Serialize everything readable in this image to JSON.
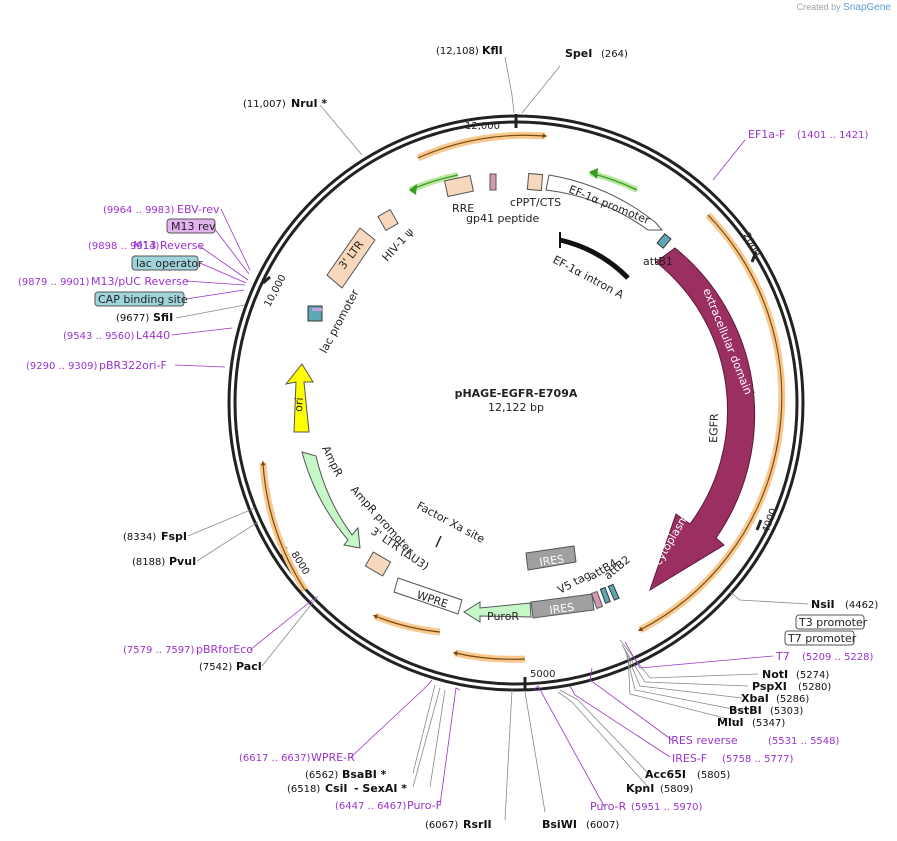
{
  "watermark": {
    "created_by": "Created by",
    "brand": "SnapGene"
  },
  "plasmid": {
    "name": "pHAGE-EGFR-E709A",
    "length": "12,122 bp"
  },
  "ticks": [
    "12,000",
    "2000",
    "4000",
    "5000",
    "8000",
    "10,000"
  ],
  "sites": [
    {
      "enzyme": "KflI",
      "pos": "(12,108)"
    },
    {
      "enzyme": "SpeI",
      "pos": "(264)"
    },
    {
      "enzyme": "NruI *",
      "pos": "(11,007)"
    },
    {
      "enzyme": "SfiI",
      "pos": "(9677)"
    },
    {
      "enzyme": "FspI",
      "pos": "(8334)"
    },
    {
      "enzyme": "PvuI",
      "pos": "(8188)"
    },
    {
      "enzyme": "PacI",
      "pos": "(7542)"
    },
    {
      "enzyme": "NsiI",
      "pos": "(4462)"
    },
    {
      "enzyme": "NotI",
      "pos": "(5274)"
    },
    {
      "enzyme": "PspXI",
      "pos": "(5280)"
    },
    {
      "enzyme": "XbaI",
      "pos": "(5286)"
    },
    {
      "enzyme": "BstBI",
      "pos": "(5303)"
    },
    {
      "enzyme": "MluI",
      "pos": "(5347)"
    },
    {
      "enzyme": "Acc65I",
      "pos": "(5805)"
    },
    {
      "enzyme": "KpnI",
      "pos": "(5809)"
    },
    {
      "enzyme": "BsaBI *",
      "pos": "(6562)"
    },
    {
      "enzyme": "CsiI",
      "pos": "(6518)"
    },
    {
      "enzyme": "- SexAI *",
      "pos": ""
    },
    {
      "enzyme": "RsrII",
      "pos": "(6067)"
    },
    {
      "enzyme": "BsiWI",
      "pos": "(6007)"
    }
  ],
  "primers": [
    {
      "name": "EF1a-F",
      "pos": "(1401 .. 1421)"
    },
    {
      "name": "EBV-rev",
      "pos": "(9964 .. 9983)"
    },
    {
      "name": "M13 Reverse",
      "pos": "(9898 .. 9914)"
    },
    {
      "name": "M13/pUC Reverse",
      "pos": "(9879 .. 9901)"
    },
    {
      "name": "L4440",
      "pos": "(9543 .. 9560)"
    },
    {
      "name": "pBR322ori-F",
      "pos": "(9290 .. 9309)"
    },
    {
      "name": "pBRforEco",
      "pos": "(7579 .. 7597)"
    },
    {
      "name": "T7",
      "pos": "(5209 .. 5228)"
    },
    {
      "name": "IRES reverse",
      "pos": "(5531 .. 5548)"
    },
    {
      "name": "IRES-F",
      "pos": "(5758 .. 5777)"
    },
    {
      "name": "Puro-R",
      "pos": "(5951 .. 5970)"
    },
    {
      "name": "WPRE-R",
      "pos": "(6617 .. 6637)"
    },
    {
      "name": "Puro-F",
      "pos": "(6447 .. 6467)"
    }
  ],
  "boxed_features": [
    "M13 rev",
    "lac operator",
    "CAP binding site",
    "T3 promoter",
    "T7 promoter"
  ],
  "features": {
    "ef1a_promoter": "EF-1α promoter",
    "ef1a_intron": "EF-1α intron A",
    "cppt": "cPPT/CTS",
    "gp41": "gp41 peptide",
    "rre": "RRE",
    "hiv_psi": "HIV-1 ψ",
    "ltr3": "3' LTR",
    "lac_promoter": "lac promoter",
    "ori": "ori",
    "ampr": "AmpR",
    "ampr_promoter": "AmpR promoter",
    "ltr3_du3": "3' LTR (ΔU3)",
    "wpre": "WPRE",
    "factor_xa": "Factor Xa site",
    "ires_inner": "IRES",
    "ires_outer": "IRES",
    "puror": "PuroR",
    "v5": "V5 tag",
    "attb4": "attB4",
    "attb2": "attB2",
    "attb1": "attB1",
    "egfr": "EGFR",
    "extracellular": "extracellular domain",
    "cytoplasmic": "cytoplasmic domain"
  },
  "colors": {
    "backbone": "#222222",
    "primer": "#9933cc",
    "egfr": "#9c2f61",
    "orf_outline": "#e8a23a",
    "green_arrow": "#3a9b1e",
    "ltr_fill": "#f8d8bd",
    "ori_fill": "#ffff00",
    "ampr_fill": "#c6f7c6",
    "ires_fill": "#a0a0a0",
    "boxed_purple": "#e3b3f0",
    "boxed_teal": "#9fd4dc"
  }
}
